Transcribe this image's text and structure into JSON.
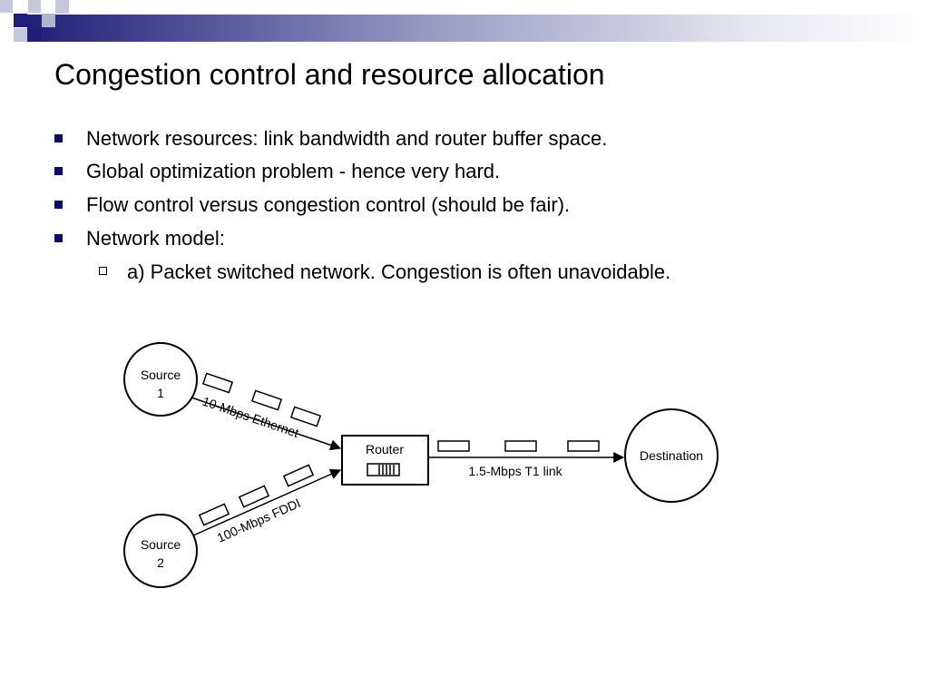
{
  "slide": {
    "title": "Congestion control and resource allocation",
    "bullets": [
      {
        "level": 1,
        "text": "Network resources: link bandwidth and router buffer space."
      },
      {
        "level": 1,
        "text": "Global optimization problem - hence very hard."
      },
      {
        "level": 1,
        "text": "Flow control versus congestion control (should be fair)."
      },
      {
        "level": 1,
        "text": "Network model:"
      },
      {
        "level": 2,
        "text": "a) Packet switched network. Congestion is often unavoidable."
      }
    ]
  },
  "diagram": {
    "source1_line1": "Source",
    "source1_line2": "1",
    "source2_line1": "Source",
    "source2_line2": "2",
    "router": "Router",
    "destination": "Destination",
    "link_source1": "10-Mbps Ethernet",
    "link_source2": "100-Mbps FDDI",
    "link_out": "1.5-Mbps T1 link"
  },
  "colors": {
    "navy": "#1f1f7a",
    "bullet": "#0b0b6a"
  }
}
